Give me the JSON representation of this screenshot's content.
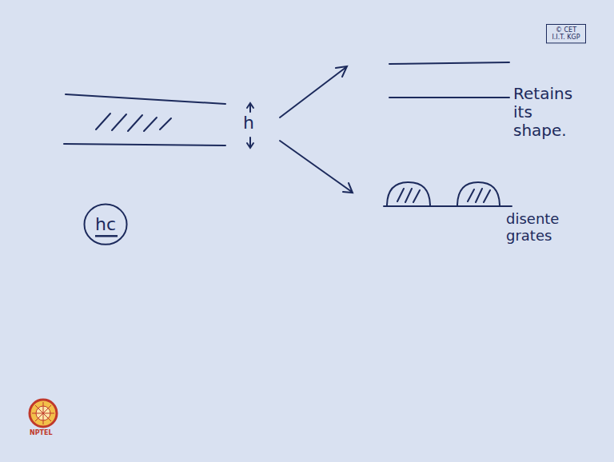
{
  "diagram": {
    "nodes": [
      {
        "text": [
          "© CET I.I.T. KGP"
        ]
      },
      {
        "text": [
          "hc"
        ]
      }
    ],
    "labels": [
      "h",
      "Retains its shape.",
      "disente grates",
      "NPTEL"
    ]
  }
}
